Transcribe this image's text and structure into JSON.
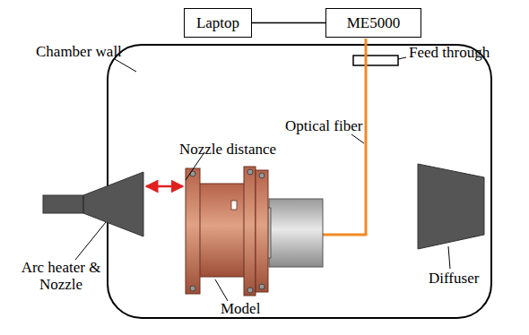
{
  "diagram": {
    "nodes": [
      {
        "text": [
          "Laptop"
        ]
      },
      {
        "text": [
          "ME5000"
        ]
      }
    ],
    "edges": [
      {
        "from": 0,
        "to": 1,
        "arrow": "none"
      }
    ],
    "labels": [
      "Chamber wall",
      "Feed through",
      "Optical fiber",
      "Nozzle distance",
      "Arc heater & Nozzle",
      "Model",
      "Diffuser"
    ]
  }
}
